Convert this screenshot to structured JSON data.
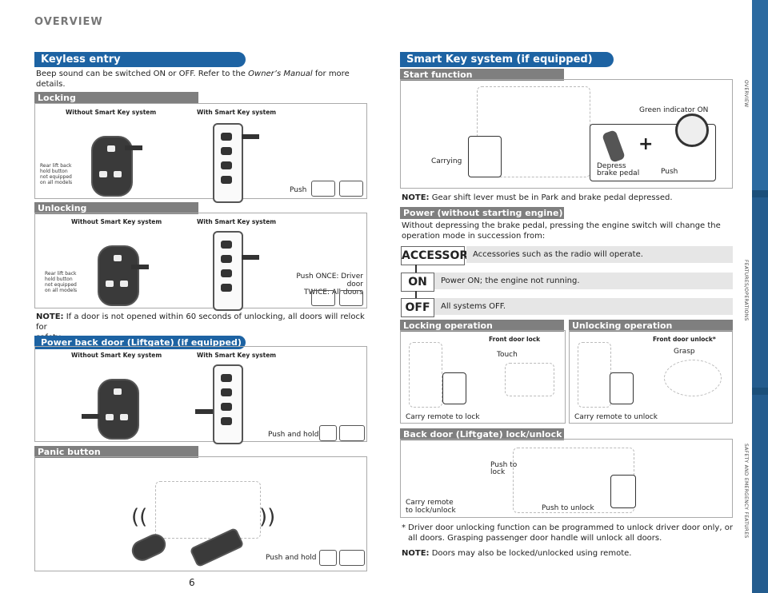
{
  "page": {
    "title": "OVERVIEW",
    "page_number": "6"
  },
  "side_tabs": [
    "OVERVIEW",
    "FEATURES/OPERATIONS",
    "SAFETY AND EMERGENCY FEATURES"
  ],
  "keyless": {
    "heading": "Keyless entry",
    "intro_1": "Beep sound can be switched ON or OFF. Refer to the",
    "intro_em": "Owner’s Manual",
    "intro_2": "for more",
    "intro_3": "details.",
    "locking": {
      "heading": "Locking",
      "col1": "Without Smart Key system",
      "col2": "With Smart Key system",
      "rear_note": [
        "Rear lift back",
        "hold button",
        "not equipped",
        "on all models"
      ],
      "push": "Push"
    },
    "unlocking": {
      "heading": "Unlocking",
      "col1": "Without Smart Key system",
      "col2": "With Smart Key system",
      "rear_note": [
        "Rear lift back",
        "hold button",
        "not equipped",
        "on all models"
      ],
      "push_once": "Push ONCE: Driver door",
      "push_twice": "TWICE: All doors"
    },
    "note_label": "NOTE:",
    "note_text": "If a door is not opened within 60 seconds of unlocking, all doors will relock for",
    "note_text_2": "safety.",
    "power_back": {
      "heading": "Power back door (Liftgate) (if equipped)",
      "col1": "Without Smart Key system",
      "col2": "With Smart Key system",
      "push_hold": "Push and hold"
    },
    "panic": {
      "heading": "Panic button",
      "push_hold": "Push and hold"
    }
  },
  "smartkey": {
    "heading": "Smart Key system (if equipped)",
    "start": {
      "heading": "Start function",
      "green": "Green indicator ON",
      "carrying": "Carrying",
      "depress_1": "Depress",
      "depress_2": "brake pedal",
      "push": "Push"
    },
    "note_label": "NOTE:",
    "note_text": "Gear shift lever must be in Park and brake pedal depressed.",
    "power": {
      "heading": "Power (without starting engine)",
      "text_1": "Without depressing the brake pedal, pressing the engine switch will change the",
      "text_2": "operation mode in succession from:",
      "modes": [
        {
          "name": "ACCESSORY",
          "desc": "Accessories such as the radio will operate."
        },
        {
          "name": "ON",
          "desc": "Power ON; the engine not running."
        },
        {
          "name": "OFF",
          "desc": "All systems OFF."
        }
      ]
    },
    "lock_op": {
      "heading": "Locking operation",
      "label": "Front door lock",
      "touch": "Touch",
      "carry": "Carry remote to lock"
    },
    "unlock_op": {
      "heading": "Unlocking operation",
      "label": "Front door unlock*",
      "grasp": "Grasp",
      "carry": "Carry remote to unlock"
    },
    "back_door": {
      "heading": "Back door (Liftgate) lock/unlock",
      "push_lock_1": "Push to",
      "push_lock_2": "lock",
      "push_unlock": "Push to unlock",
      "carry_1": "Carry remote",
      "carry_2": "to lock/unlock"
    },
    "footnote_1": "* Driver door unlocking function can be programmed to unlock driver door only, or",
    "footnote_2": "all doors. Grasping passenger door handle will unlock all doors.",
    "note2_label": "NOTE:",
    "note2_text": "Doors may also be locked/unlocked using remote."
  },
  "colors": {
    "section_blue": "#1d63a3",
    "subhead_gray": "#7f7f7f",
    "side_navy": "#1b4f7a"
  }
}
